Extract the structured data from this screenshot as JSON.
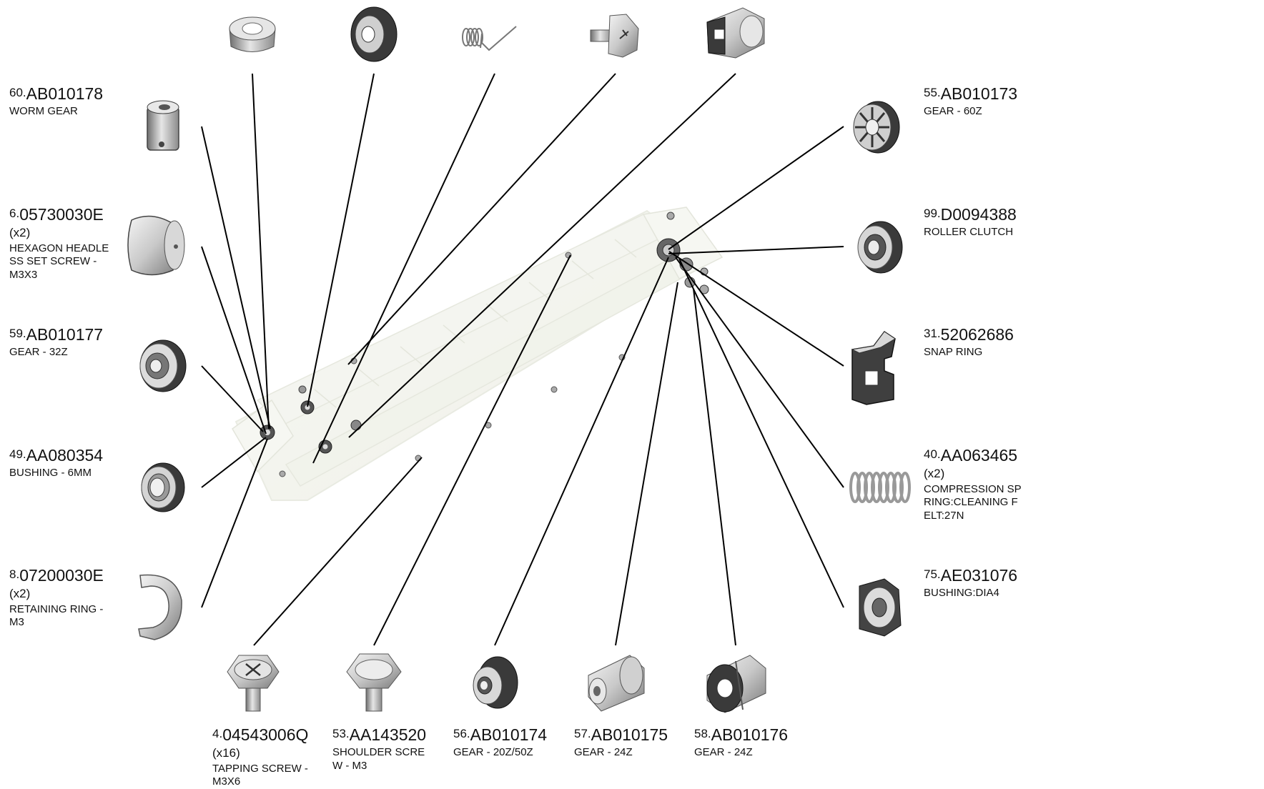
{
  "parts": [
    {
      "id": "p60",
      "num": "60.",
      "code": "AB010178",
      "qty": "",
      "desc": "WORM GEAR",
      "icon": "worm-gear-icon"
    },
    {
      "id": "p6",
      "num": "6.",
      "code": "05730030E",
      "qty": "(x2)",
      "desc": "HEXAGON HEADLE\nSS SET SCREW -\nM3X3",
      "icon": "set-screw-icon"
    },
    {
      "id": "p59",
      "num": "59.",
      "code": "AB010177",
      "qty": "",
      "desc": "GEAR - 32Z",
      "icon": "gear-icon"
    },
    {
      "id": "p49",
      "num": "49.",
      "code": "AA080354",
      "qty": "",
      "desc": "BUSHING - 6MM",
      "icon": "bushing-icon"
    },
    {
      "id": "p8",
      "num": "8.",
      "code": "07200030E",
      "qty": "(x2)",
      "desc": "RETAINING RING -\nM3",
      "icon": "retaining-ring-icon"
    },
    {
      "id": "p55",
      "num": "55.",
      "code": "AB010173",
      "qty": "",
      "desc": "GEAR - 60Z",
      "icon": "gear-icon"
    },
    {
      "id": "p99",
      "num": "99.",
      "code": "D0094388",
      "qty": "",
      "desc": "ROLLER CLUTCH",
      "icon": "roller-clutch-icon"
    },
    {
      "id": "p31",
      "num": "31.",
      "code": "52062686",
      "qty": "",
      "desc": "SNAP RING",
      "icon": "snap-ring-icon"
    },
    {
      "id": "p40",
      "num": "40.",
      "code": "AA063465",
      "qty": "(x2)",
      "desc": "COMPRESSION SP\nRING:CLEANING F\nELT:27N",
      "icon": "spring-icon"
    },
    {
      "id": "p75",
      "num": "75.",
      "code": "AE031076",
      "qty": "",
      "desc": "BUSHING:DIA4",
      "icon": "bushing-icon"
    },
    {
      "id": "p4",
      "num": "4.",
      "code": "04543006Q",
      "qty": "(x16)",
      "desc": "TAPPING SCREW -\n M3X6",
      "icon": "screw-icon"
    },
    {
      "id": "p53",
      "num": "53.",
      "code": "AA143520",
      "qty": "",
      "desc": "SHOULDER SCRE\nW - M3",
      "icon": "screw-icon"
    },
    {
      "id": "p56",
      "num": "56.",
      "code": "AB010174",
      "qty": "",
      "desc": "GEAR - 20Z/50Z",
      "icon": "gear-icon"
    },
    {
      "id": "p57",
      "num": "57.",
      "code": "AB010175",
      "qty": "",
      "desc": "GEAR - 24Z",
      "icon": "gear-icon"
    },
    {
      "id": "p58",
      "num": "58.",
      "code": "AB010176",
      "qty": "",
      "desc": "GEAR - 24Z",
      "icon": "gear-icon"
    }
  ],
  "top_parts": [
    {
      "id": "t1",
      "icon": "bushing-icon"
    },
    {
      "id": "t2",
      "icon": "bushing-icon"
    },
    {
      "id": "t3",
      "icon": "torsion-spring-icon"
    },
    {
      "id": "t4",
      "icon": "screw-icon"
    },
    {
      "id": "t5",
      "icon": "coupling-icon"
    }
  ]
}
